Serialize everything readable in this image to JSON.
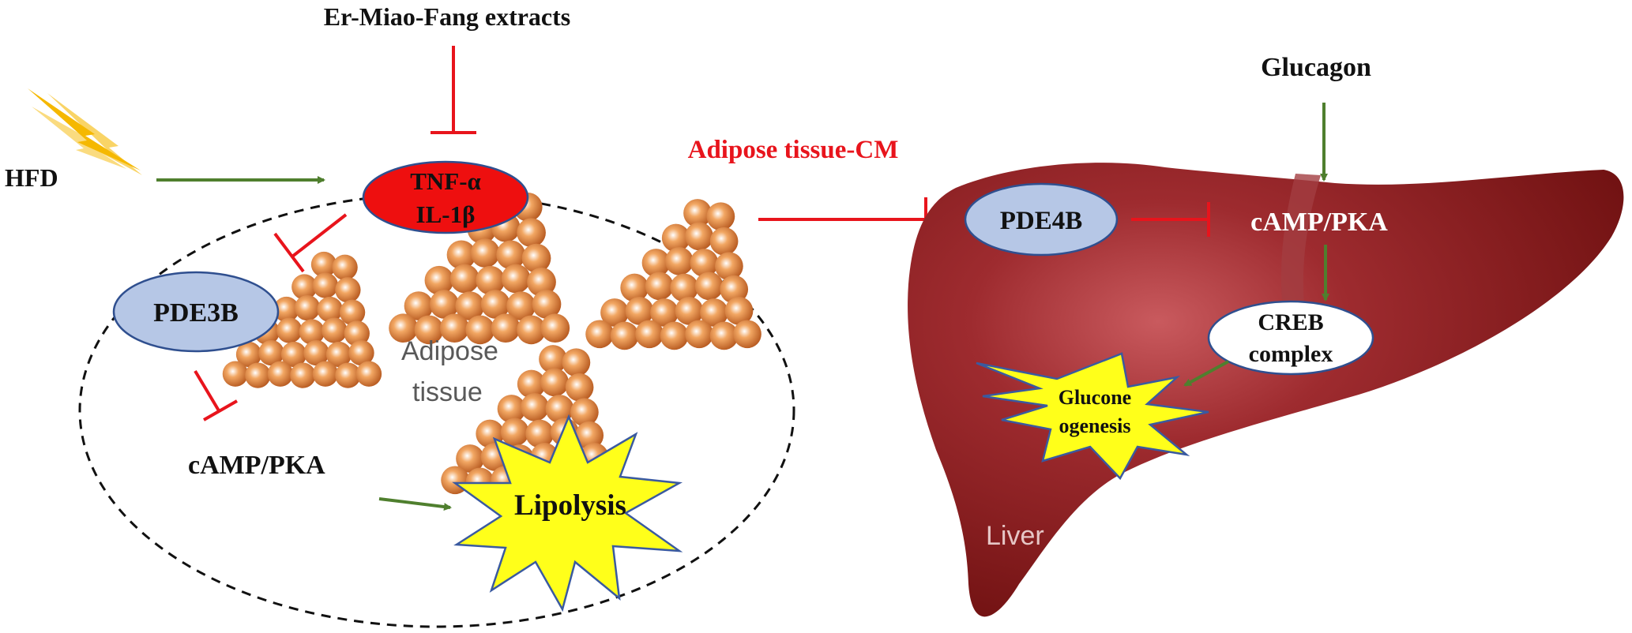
{
  "labels": {
    "top_extract": "Er-Miao-Fang extracts",
    "hfd": "HFD",
    "tnf": "TNF-α",
    "il1b": "IL-1β",
    "pde3b": "PDE3B",
    "adipose_line1": "Adipose",
    "adipose_line2": "tissue",
    "camp_left": "cAMP/PKA",
    "lipolysis": "Lipolysis",
    "adipose_cm": "Adipose tissue-CM",
    "glucagon": "Glucagon",
    "pde4b": "PDE4B",
    "camp_right": "cAMP/PKA",
    "creb_line1": "CREB",
    "creb_line2": "complex",
    "gluco_line1": "Glucone",
    "gluco_line2": "ogenesis",
    "liver": "Liver"
  },
  "colors": {
    "inhibit": "#e8141c",
    "activate": "#4f7f2e",
    "liver": "#7a1414",
    "pde_fill": "#b6c7e6",
    "tnf_fill": "#ee0f0f",
    "star_fill": "#ffff1a",
    "droplet": "#d9732b"
  },
  "icons": {
    "hfd": "lightning-bolt-icon"
  }
}
